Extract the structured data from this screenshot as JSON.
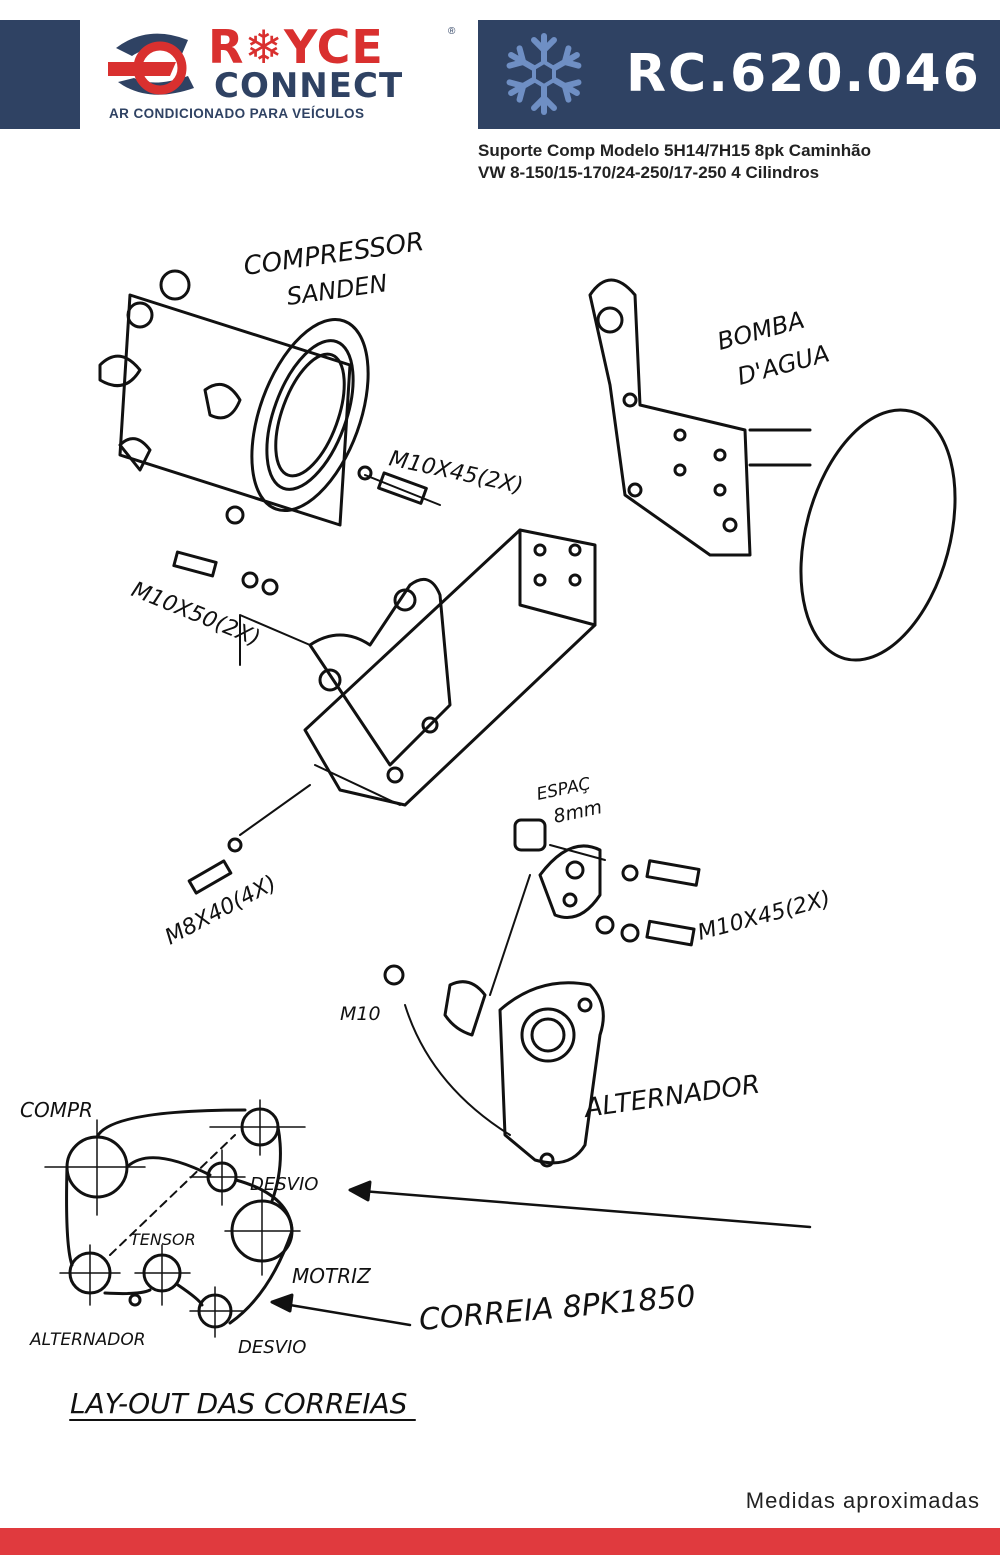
{
  "brand": {
    "name_top": "R❄YCE",
    "name_bottom": "CONNECT",
    "registered": "®",
    "tagline": "AR CONDICIONADO PARA VEÍCULOS"
  },
  "product": {
    "code": "RC.620.046",
    "description_line1": "Suporte Comp Modelo 5H14/7H15 8pk Caminhão",
    "description_line2": "VW 8-150/15-170/24-250/17-250 4 Cilindros"
  },
  "drawing_labels": {
    "compressor": "COMPRESSOR",
    "compressor_brand": "SANDEN",
    "water_pump_1": "BOMBA",
    "water_pump_2": "D'AGUA",
    "bolt_top": "M10X45(2X)",
    "bolt_left": "M10X50(2X)",
    "bolt_bottom": "M8X40(4X)",
    "spacer_1": "ESPAÇ",
    "spacer_2": "8mm",
    "bolt_right": "M10X45(2X)",
    "nut": "M10",
    "alternator": "ALTERNADOR"
  },
  "belt_layout": {
    "comp": "COMPR",
    "desvio_top": "DESVIO",
    "tensor": "TENSOR",
    "motriz": "MOTRIZ",
    "alternador": "ALTERNADOR",
    "desvio_bottom": "DESVIO",
    "belt": "CORREIA 8PK1850",
    "title": "LAY-OUT DAS CORREIAS"
  },
  "footer": {
    "note": "Medidas aproximadas"
  },
  "colors": {
    "navy": "#2f4263",
    "red": "#e03a3e",
    "logo_red": "#d9302f"
  }
}
